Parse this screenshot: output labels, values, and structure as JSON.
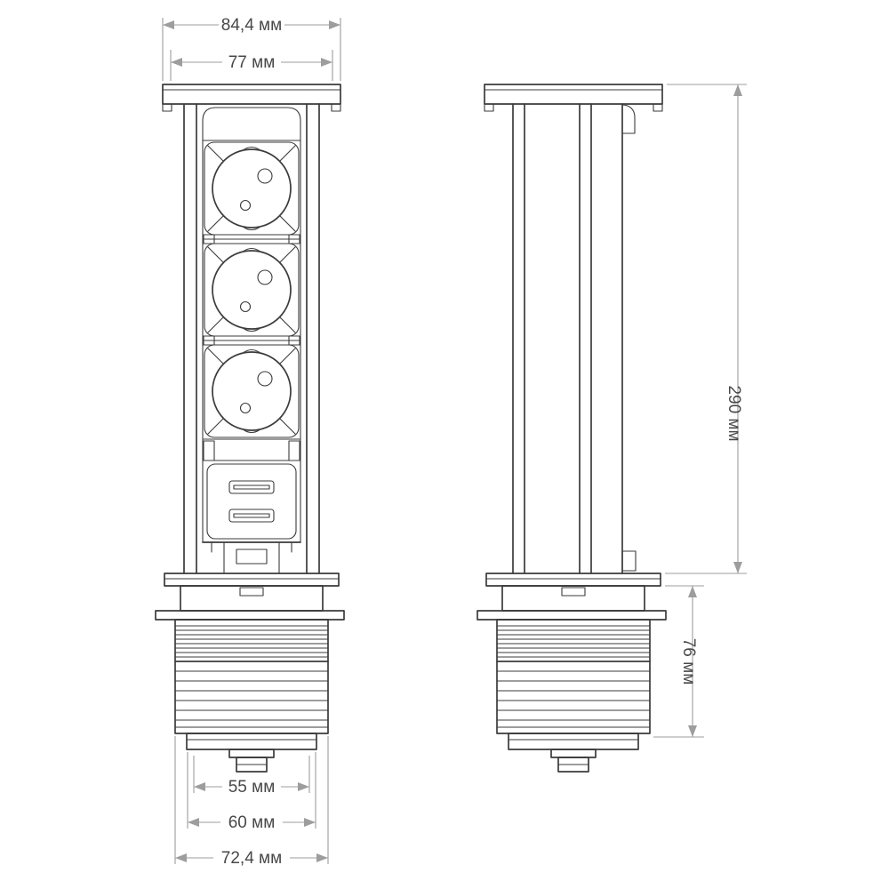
{
  "drawing_type": "technical-dimension-drawing",
  "subject": "pop-up-socket-tower-two-views",
  "labels": {
    "cap_width": "84,4 мм",
    "body_width": "77 мм",
    "height": "290 мм",
    "mount_height": "76 мм",
    "bottom_width_inner": "55 мм",
    "bottom_width_mid": "60 мм",
    "bottom_width_outer": "72,4 мм"
  },
  "style": {
    "background": "#ffffff",
    "line_color": "#3b3b3b",
    "dimension_color": "#9d9d9d",
    "label_color": "#484848"
  }
}
